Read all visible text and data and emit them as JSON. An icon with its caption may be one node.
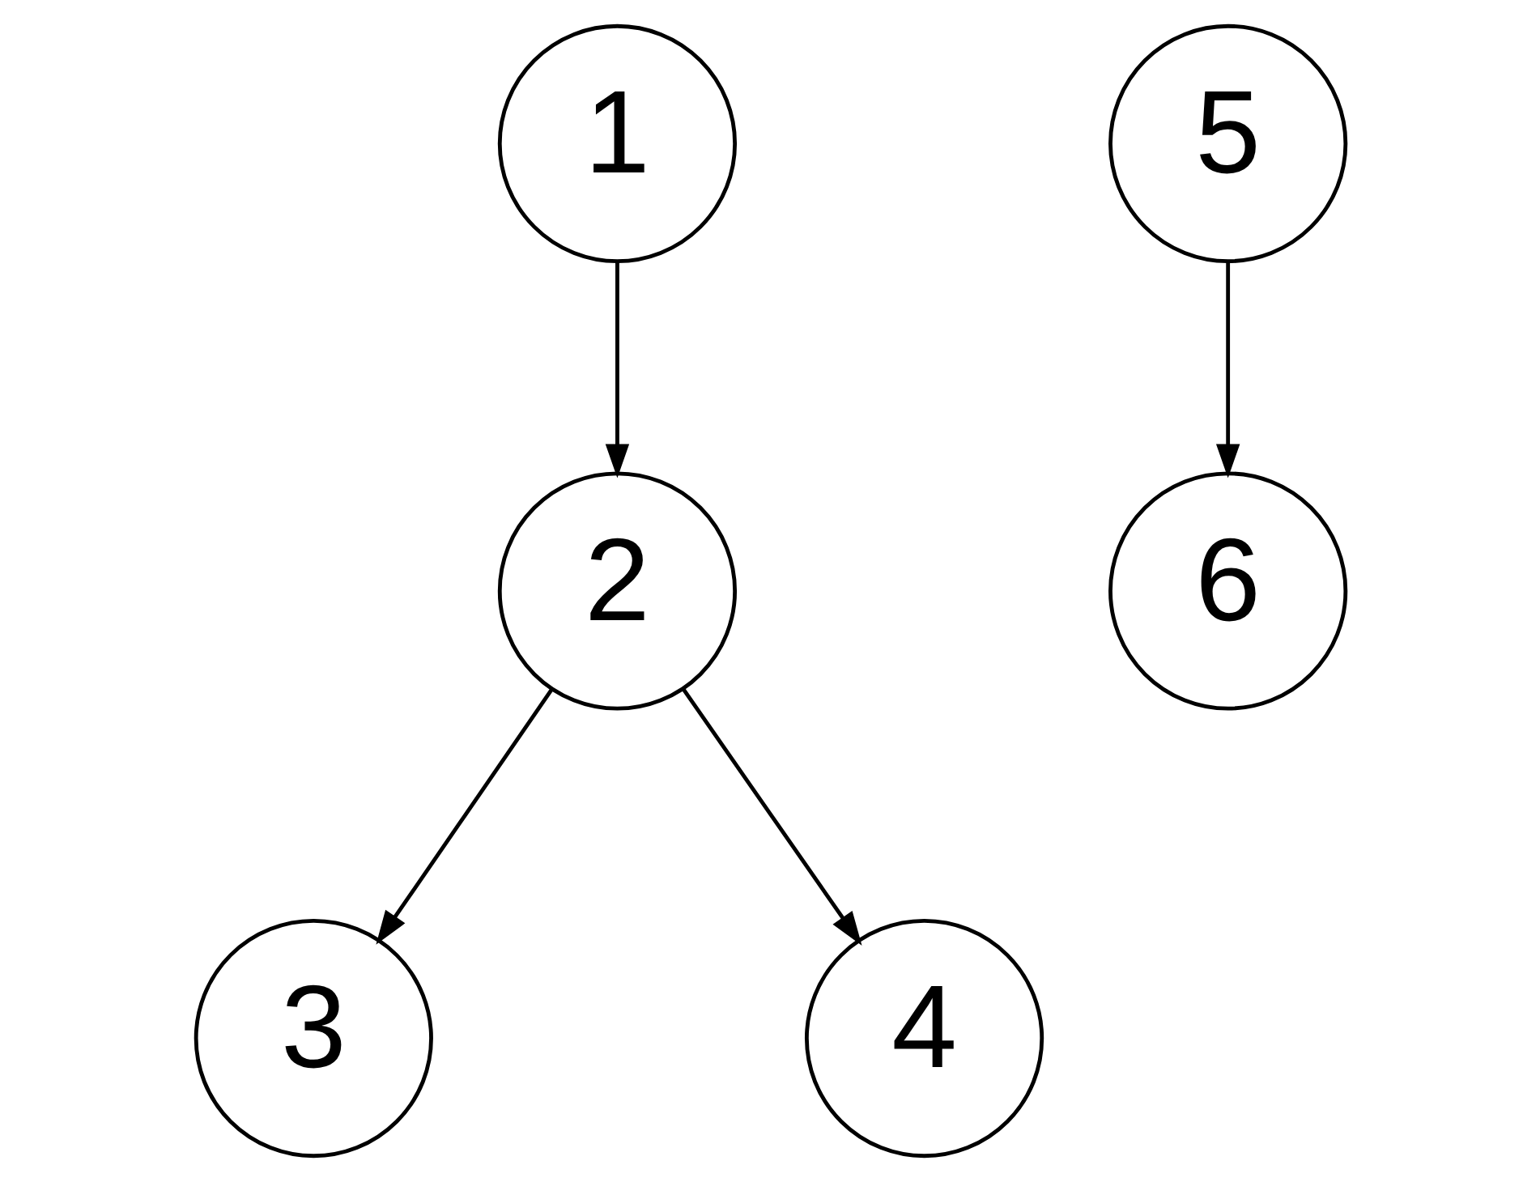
{
  "diagram": {
    "nodes": [
      {
        "text": [
          "1"
        ]
      },
      {
        "text": [
          "2"
        ]
      },
      {
        "text": [
          "3"
        ]
      },
      {
        "text": [
          "4"
        ]
      },
      {
        "text": [
          "5"
        ]
      },
      {
        "text": [
          "6"
        ]
      }
    ],
    "edges": [
      {
        "from": 0,
        "to": 1,
        "arrow": "to"
      },
      {
        "from": 1,
        "to": 2,
        "arrow": "to"
      },
      {
        "from": 1,
        "to": 3,
        "arrow": "to"
      },
      {
        "from": 4,
        "to": 5,
        "arrow": "to"
      }
    ]
  }
}
